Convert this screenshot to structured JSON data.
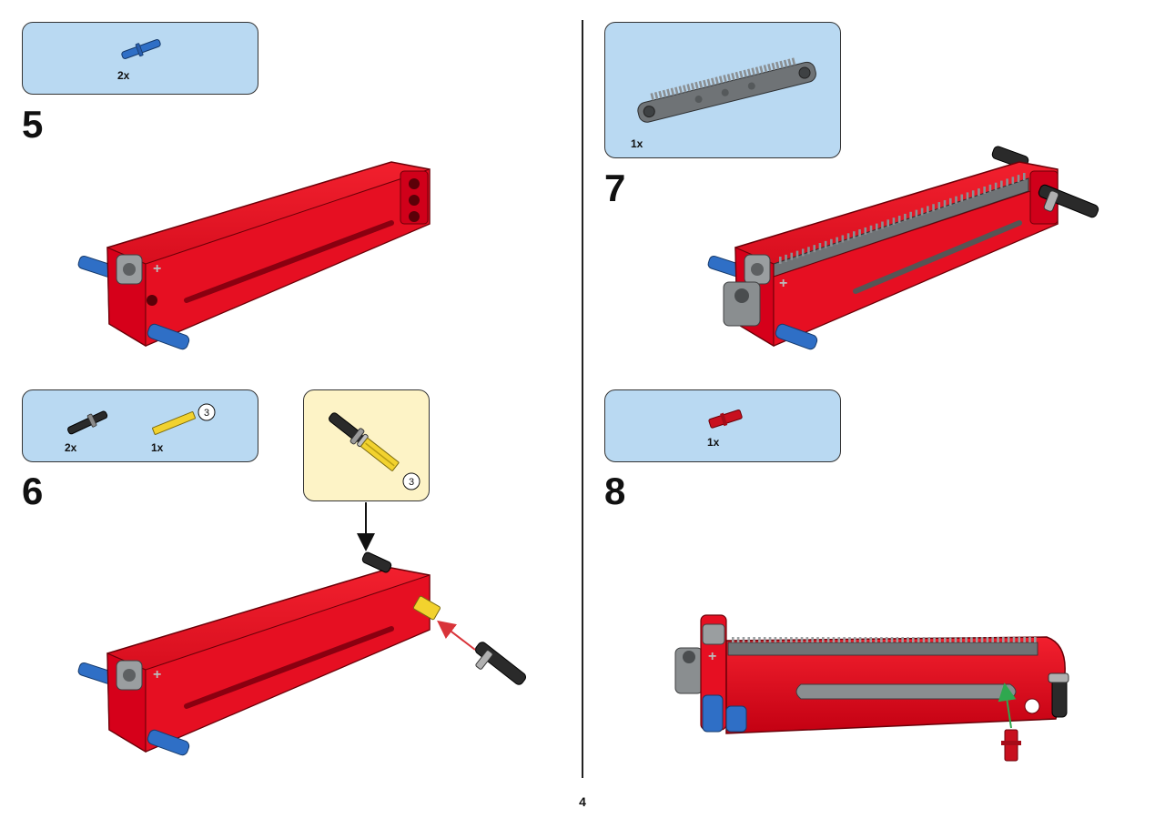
{
  "page_number": "4",
  "steps": [
    {
      "number": "5",
      "parts": [
        {
          "qty": "2x",
          "part": "blue-axle-pin-icon"
        }
      ]
    },
    {
      "number": "6",
      "parts": [
        {
          "qty": "2x",
          "part": "black-axle-pin-icon"
        },
        {
          "qty": "1x",
          "part": "yellow-axle-icon",
          "length": "3"
        }
      ],
      "subassembly_length": "3"
    },
    {
      "number": "7",
      "parts": [
        {
          "qty": "1x",
          "part": "grey-gear-rack-icon"
        }
      ]
    },
    {
      "number": "8",
      "parts": [
        {
          "qty": "1x",
          "part": "red-pin-icon"
        }
      ]
    }
  ],
  "colors": {
    "callout_bg": "#b9d9f2",
    "subassembly_bg": "#fdf3c6",
    "beam_red": "#e3001b",
    "pin_blue": "#2f6fc6",
    "axle_yellow": "#f2d22e",
    "rack_grey": "#6f7376",
    "arrow_red": "#d9343a",
    "arrow_green": "#2fa84f"
  }
}
